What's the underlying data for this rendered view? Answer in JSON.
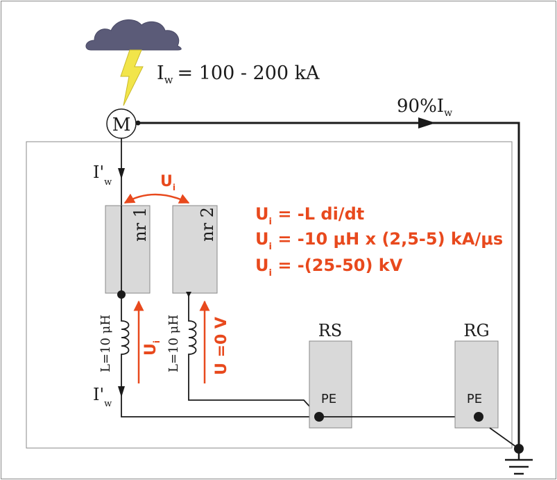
{
  "colors": {
    "accent": "#e8491d",
    "box_fill": "#d9d9d9",
    "cloud": "#5b5b78",
    "bolt": "#f2e54a",
    "line": "#1a1a1a"
  },
  "strike": {
    "current_symbol": "I",
    "current_sub": "w",
    "current_value": "= 100 - 200 kA"
  },
  "node_m": {
    "label": "M"
  },
  "branch_percent": {
    "prefix": "90%I",
    "sub": "w"
  },
  "current_left_top": {
    "symbol": "I'",
    "sub": "w"
  },
  "current_left_bottom": {
    "symbol": "I'",
    "sub": "w"
  },
  "ui_arc": {
    "symbol": "U",
    "sub": "i"
  },
  "device1": {
    "label": "nr 1"
  },
  "device2": {
    "label": "nr 2"
  },
  "formulas": [
    {
      "symbol": "U",
      "sub": "i",
      "rest": " = -L di/dt"
    },
    {
      "symbol": "U",
      "sub": "i",
      "rest": " = -10 μH x (2,5-5) kA/μs"
    },
    {
      "symbol": "U",
      "sub": "i",
      "rest": " = -(25-50) kV"
    }
  ],
  "inductor1": {
    "label": "L=10 μH"
  },
  "inductor2": {
    "label": "L=10 μH"
  },
  "voltage1": {
    "symbol": "U",
    "sub": "i"
  },
  "voltage2": {
    "label": "U =0 V"
  },
  "rs_box": {
    "title": "RS",
    "pe": "PE"
  },
  "rg_box": {
    "title": "RG",
    "pe": "PE"
  }
}
